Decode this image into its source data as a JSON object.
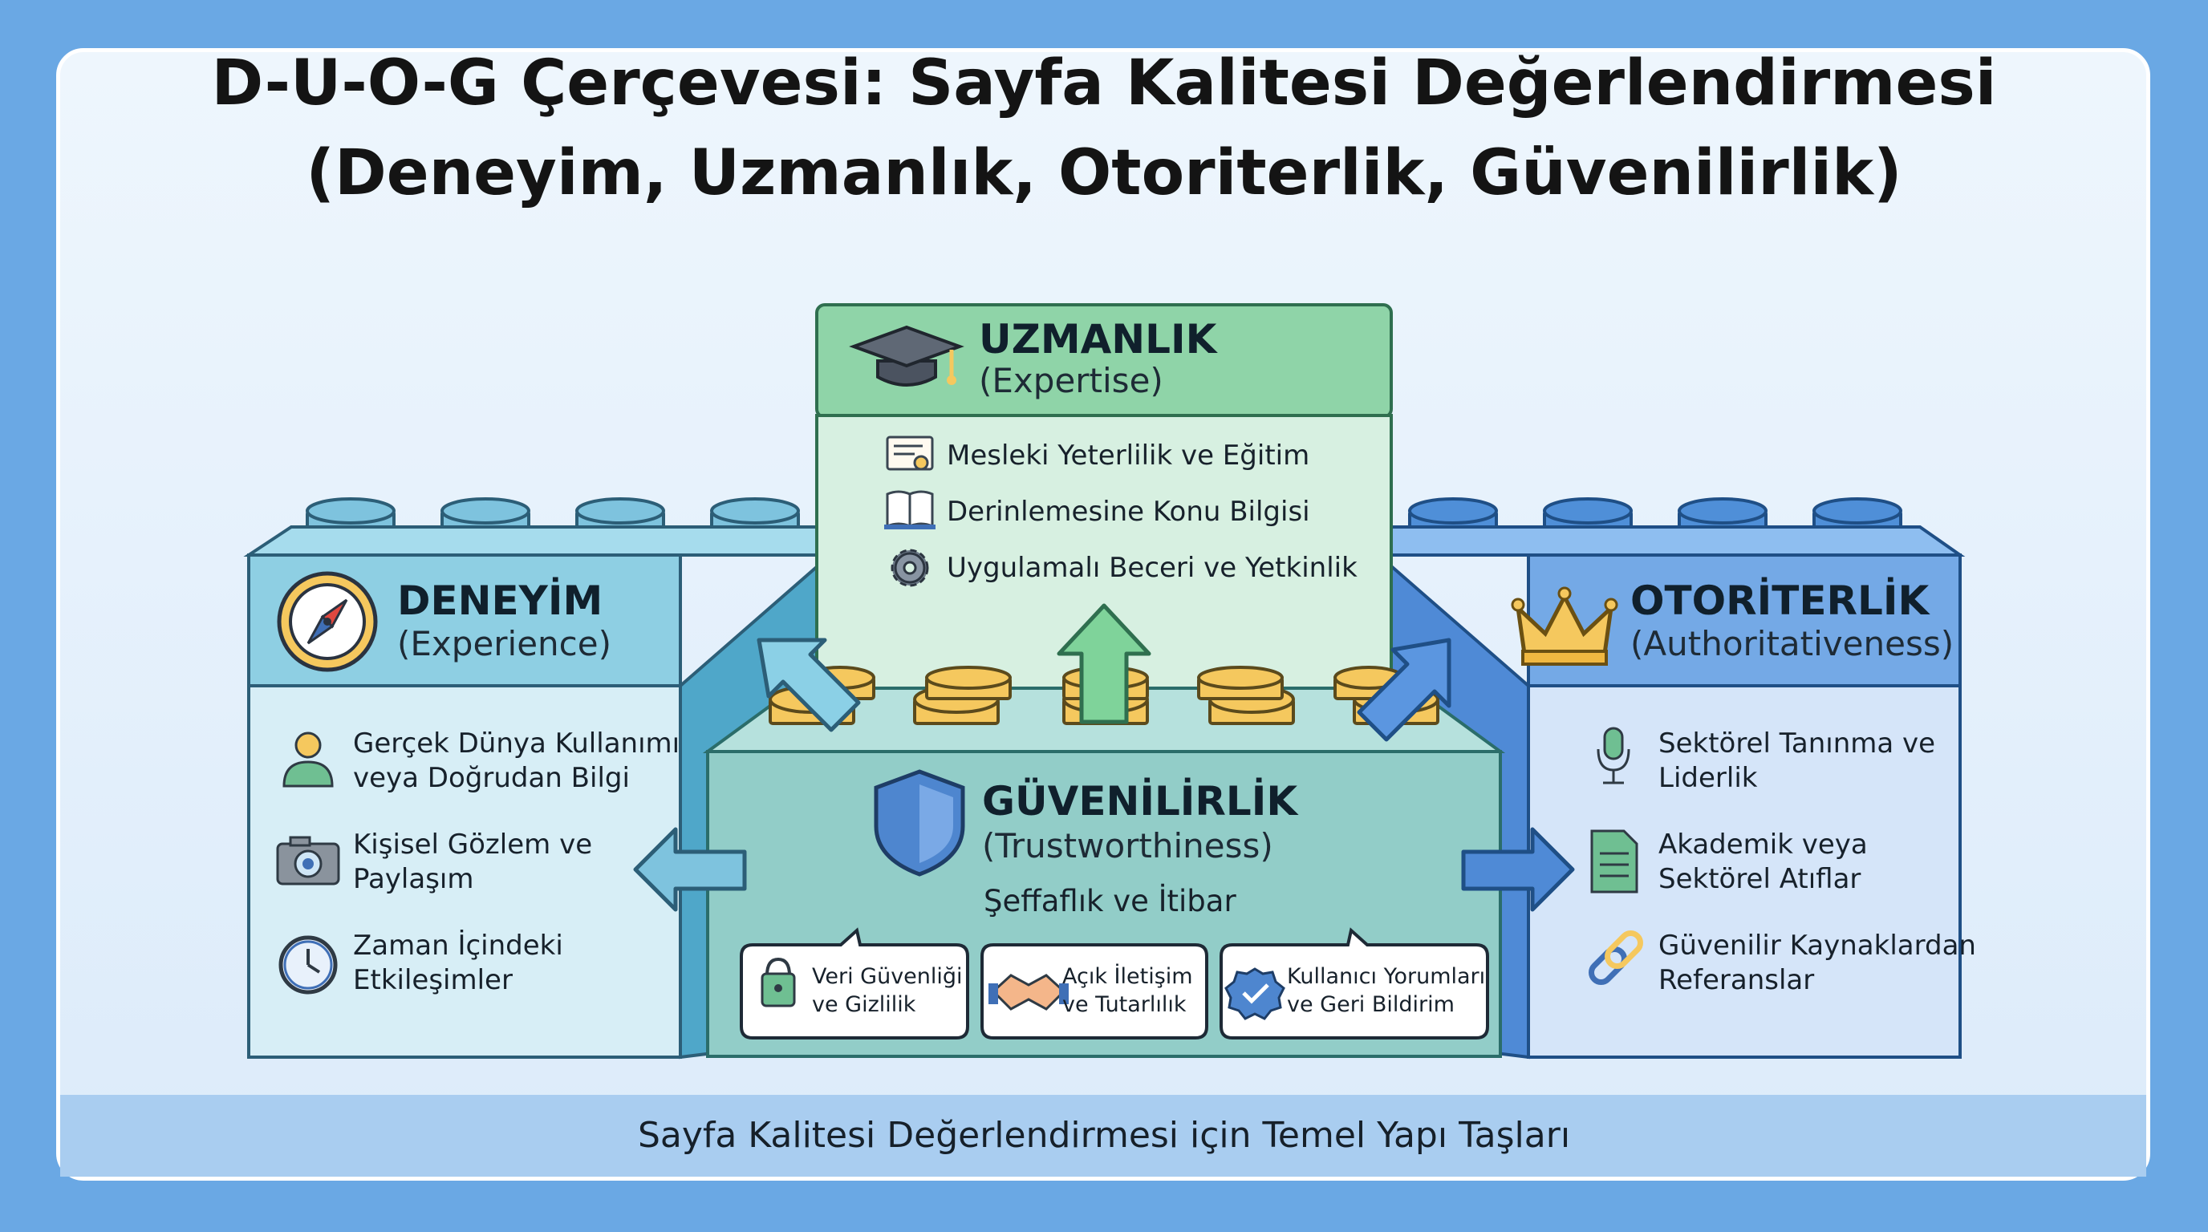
{
  "title": {
    "line1": "D-U-O-G Çerçevesi: Sayfa Kalitesi Değerlendirmesi",
    "line2": "(Deneyim, Uzmanlık, Otoriterlik, Güvenilirlik)"
  },
  "blocks": {
    "expertise": {
      "heading": "UZMANLIK",
      "subheading": "(Expertise)",
      "items": [
        "Mesleki Yeterlilik ve Eğitim",
        "Derinlemesine Konu Bilgisi",
        "Uygulamalı Beceri ve Yetkinlik"
      ]
    },
    "experience": {
      "heading": "DENEYİM",
      "subheading": "(Experience)",
      "items": [
        {
          "line1": "Gerçek Dünya Kullanımı",
          "line2": "veya Doğrudan Bilgi"
        },
        {
          "line1": "Kişisel Gözlem ve",
          "line2": "Paylaşım"
        },
        {
          "line1": "Zaman İçindeki",
          "line2": "Etkileşimler"
        }
      ]
    },
    "authority": {
      "heading": "OTORİTERLİK",
      "subheading": "(Authoritativeness)",
      "items": [
        {
          "line1": "Sektörel Tanınma ve",
          "line2": "Liderlik"
        },
        {
          "line1": "Akademik veya",
          "line2": "Sektörel Atıflar"
        },
        {
          "line1": "Güvenilir Kaynaklardan",
          "line2": "Referanslar"
        }
      ]
    },
    "trust": {
      "heading": "GÜVENİLİRLİK",
      "subheading": "(Trustworthiness)",
      "tagline": "Şeffaflık ve İtibar",
      "bubbles": [
        {
          "line1": "Veri Güvenliği",
          "line2": "ve Gizlilik"
        },
        {
          "line1": "Açık İletişim",
          "line2": "ve Tutarlılık"
        },
        {
          "line1": "Kullanıcı Yorumları",
          "line2": "ve Geri Bildirim"
        }
      ]
    }
  },
  "footer": "Sayfa Kalitesi Değerlendirmesi için Temel Yapı Taşları",
  "colors": {
    "background": "#6aa8e4",
    "experience": "#8ecfe3",
    "expertise": "#8fd4a8",
    "authority": "#74a9e6",
    "trust": "#92cdc8",
    "studs_gold": "#f5c85e",
    "arrow_green": "#7fd39a"
  },
  "icons": [
    "compass-icon",
    "graduation-cap-icon",
    "crown-icon",
    "shield-icon",
    "user-icon",
    "camera-icon",
    "clock-icon",
    "certificate-icon",
    "book-icon",
    "gear-icon",
    "microphone-icon",
    "document-icon",
    "link-icon",
    "lock-icon",
    "handshake-icon",
    "verified-badge-icon"
  ]
}
